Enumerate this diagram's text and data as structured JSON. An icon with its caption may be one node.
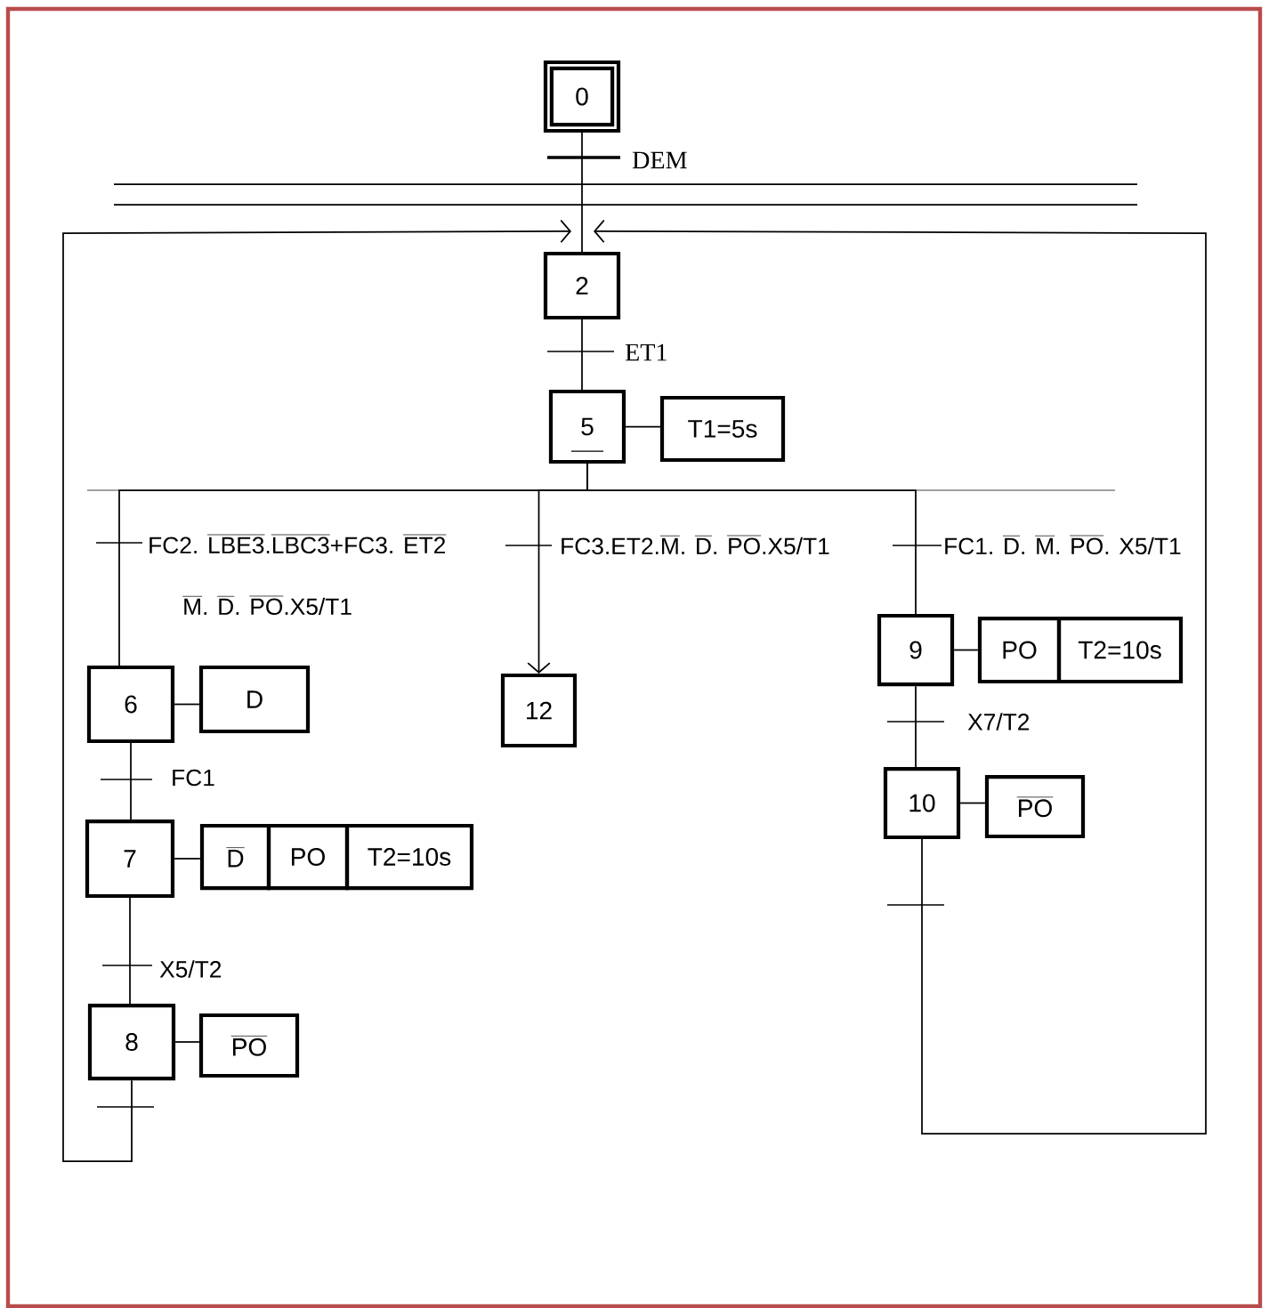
{
  "diagram": {
    "nodes": [
      {
        "text": [
          "0"
        ]
      },
      {
        "text": [
          "2"
        ]
      },
      {
        "text": [
          "5"
        ]
      },
      {
        "text": [
          "T1=5s"
        ]
      },
      {
        "text": [
          "6"
        ]
      },
      {
        "text": [
          "D"
        ]
      },
      {
        "text": [
          "12"
        ]
      },
      {
        "text": [
          "9"
        ]
      },
      {
        "text": [
          "PO"
        ]
      },
      {
        "text": [
          "T2=10s"
        ]
      },
      {
        "text": [
          "7"
        ]
      },
      {
        "text": [
          "\\overline{\\mbox{D}}"
        ]
      },
      {
        "text": [
          "PO"
        ]
      },
      {
        "text": [
          "T2=10s"
        ]
      },
      {
        "text": [
          "10"
        ]
      },
      {
        "text": [
          "\\overline{\\mbox{PO}}"
        ]
      },
      {
        "text": [
          "8"
        ]
      },
      {
        "text": [
          "\\overline{\\mbox{PO}}"
        ]
      }
    ],
    "edges": [
      {
        "from": 0,
        "to": 1,
        "arrow": "none",
        "label": "DEM"
      },
      {
        "from": 1,
        "to": 2,
        "arrow": "none",
        "label": "ET1"
      },
      {
        "from": 2,
        "to": 3,
        "arrow": "none"
      },
      {
        "from": 2,
        "to": 4,
        "arrow": "none",
        "label": "\\mbox{FC2. }\\overline{\\mbox{LBE3}}\\mbox{.}\\overline{\\mbox{LBC3}}\\mbox{+FC3. }\\overline{\\mbox{ET2}}"
      },
      {
        "from": 2,
        "to": 6,
        "arrow": "to",
        "label": "\\mbox{FC3.ET2.}\\overline{\\mbox{M}}\\mbox{. }\\overline{\\mbox{D}}\\mbox{. }\\overline{\\mbox{PO}}\\mbox{.X5/T1}"
      },
      {
        "from": 2,
        "to": 7,
        "arrow": "none",
        "label": "\\mbox{FC1. }\\overline{\\mbox{D}}\\mbox{. }\\overline{\\mbox{M}}\\mbox{. }\\overline{\\mbox{PO}}\\mbox{. X5/T1}"
      },
      {
        "from": 4,
        "to": 5,
        "arrow": "none"
      },
      {
        "from": 4,
        "to": 10,
        "arrow": "none",
        "label": "FC1"
      },
      {
        "from": 10,
        "to": 11,
        "arrow": "none"
      },
      {
        "from": 10,
        "to": 16,
        "arrow": "none",
        "label": "X5/T2"
      },
      {
        "from": 16,
        "to": 17,
        "arrow": "none"
      },
      {
        "from": 16,
        "to": 1,
        "arrow": "to"
      },
      {
        "from": 7,
        "to": 8,
        "arrow": "none"
      },
      {
        "from": 7,
        "to": 14,
        "arrow": "none",
        "label": "X7/T2"
      },
      {
        "from": 14,
        "to": 15,
        "arrow": "none"
      },
      {
        "from": 14,
        "to": 1,
        "arrow": "to"
      }
    ],
    "labels": [
      "\\overline{\\mbox{M}}\\mbox{. }\\overline{\\mbox{D}}\\mbox{. }\\overline{\\mbox{PO}}\\mbox{.X5/T1}"
    ]
  }
}
